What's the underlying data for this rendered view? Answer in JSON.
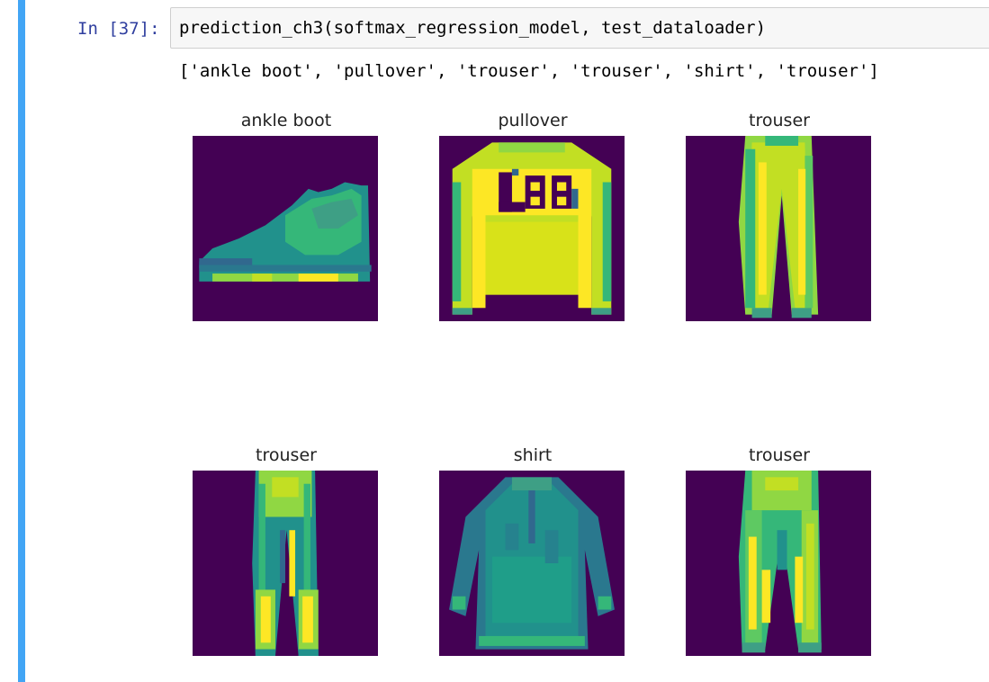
{
  "cell": {
    "prompt": "In [37]:",
    "code": "prediction_ch3(softmax_regression_model, test_dataloader)",
    "stdout": "['ankle boot', 'pullover', 'trouser', 'trouser', 'shirt', 'trouser']"
  },
  "figure": {
    "colormap": "viridis",
    "colors": {
      "background": "#440154",
      "dark_teal": "#31688e",
      "teal": "#21918c",
      "green": "#35b779",
      "lime": "#90d743",
      "yellow": "#fde725"
    },
    "panels": [
      {
        "title": "ankle boot",
        "icon": "ankle-boot-image"
      },
      {
        "title": "pullover",
        "icon": "pullover-image"
      },
      {
        "title": "trouser",
        "icon": "trouser-image"
      },
      {
        "title": "trouser",
        "icon": "trouser-image"
      },
      {
        "title": "shirt",
        "icon": "shirt-image"
      },
      {
        "title": "trouser",
        "icon": "trouser-image"
      }
    ]
  }
}
